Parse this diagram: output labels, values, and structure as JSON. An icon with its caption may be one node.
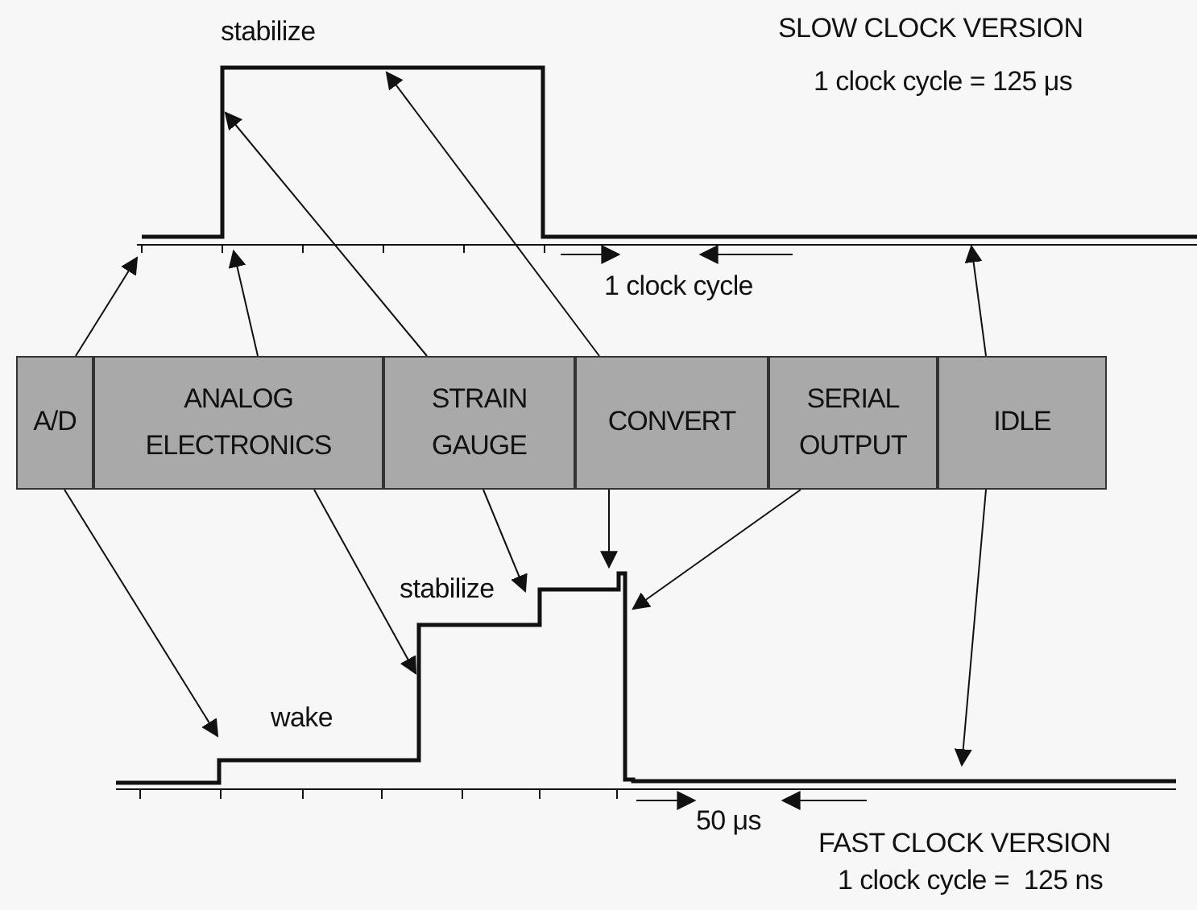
{
  "diagram": {
    "nodes": [
      {
        "text": [
          "A/D"
        ]
      },
      {
        "text": [
          "ANALOG ELECTRONICS"
        ]
      },
      {
        "text": [
          "STRAIN GAUGE"
        ]
      },
      {
        "text": [
          "CONVERT"
        ]
      },
      {
        "text": [
          "SERIAL OUTPUT"
        ]
      },
      {
        "text": [
          "IDLE"
        ]
      }
    ],
    "edges": [
      {
        "from": 0,
        "to": null,
        "arrow": "to"
      },
      {
        "from": 1,
        "to": null,
        "arrow": "to"
      },
      {
        "from": 2,
        "to": null,
        "arrow": "to"
      },
      {
        "from": 3,
        "to": null,
        "arrow": "to"
      },
      {
        "from": 5,
        "to": null,
        "arrow": "to"
      },
      {
        "from": 0,
        "to": null,
        "arrow": "to"
      },
      {
        "from": 1,
        "to": null,
        "arrow": "to"
      },
      {
        "from": 2,
        "to": null,
        "arrow": "to"
      },
      {
        "from": 3,
        "to": null,
        "arrow": "to"
      },
      {
        "from": 4,
        "to": null,
        "arrow": "to"
      },
      {
        "from": 5,
        "to": null,
        "arrow": "to"
      }
    ],
    "labels": [
      "stabilize",
      "SLOW CLOCK VERSION",
      "1 clock cycle = 125 μs",
      "1 clock cycle",
      "stabilize",
      "wake",
      "50 μs",
      "FAST CLOCK VERSION",
      "1 clock cycle =  125 ns"
    ]
  }
}
